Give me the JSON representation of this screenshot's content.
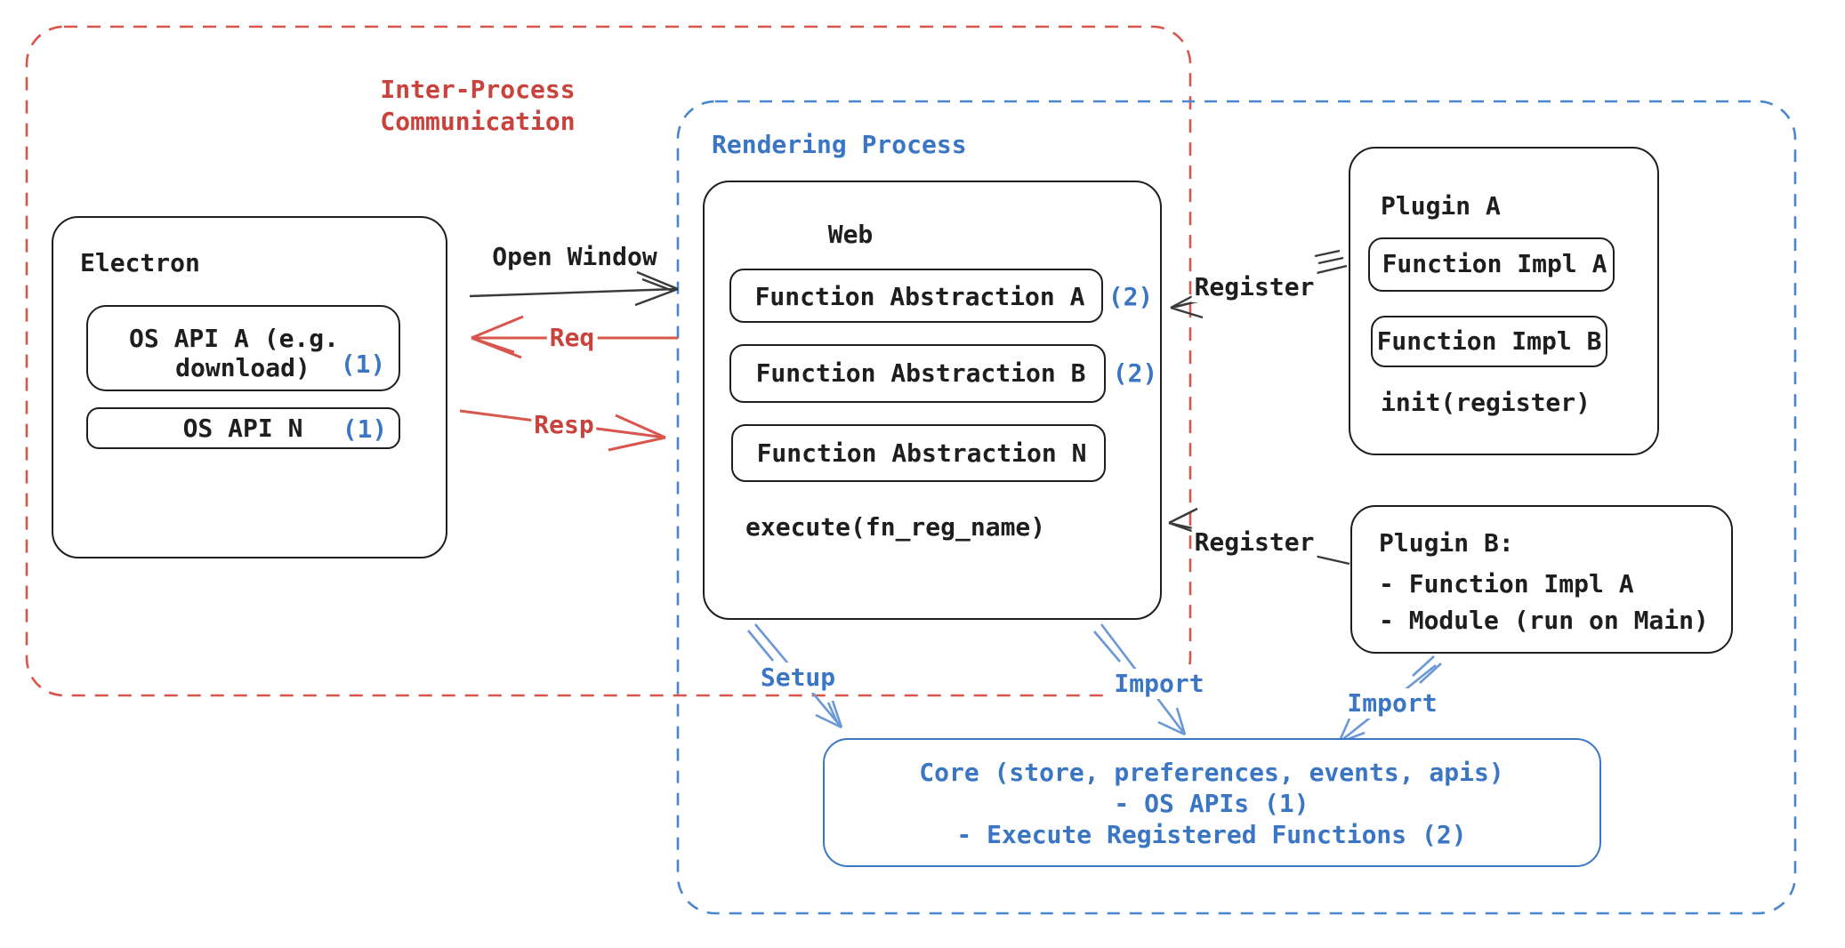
{
  "diagram": {
    "ipc_group": {
      "label_line1": "Inter-Process",
      "label_line2": "Communication"
    },
    "rendering_group": {
      "label": "Rendering Process"
    },
    "electron": {
      "title": "Electron",
      "os_api_a": {
        "line1": "OS API A (e.g.",
        "line2": "download)",
        "badge": "(1)"
      },
      "os_api_n": {
        "label": "OS API N",
        "badge": "(1)"
      }
    },
    "web": {
      "title": "Web",
      "fa_a": {
        "label": "Function Abstraction A",
        "badge": "(2)"
      },
      "fa_b": {
        "label": "Function Abstraction B",
        "badge": "(2)"
      },
      "fa_n": {
        "label": "Function Abstraction N"
      },
      "execute": "execute(fn_reg_name)"
    },
    "plugin_a": {
      "title": "Plugin A",
      "impl_a": "Function Impl A",
      "impl_b": "Function Impl B",
      "init": "init(register)"
    },
    "plugin_b": {
      "title": "Plugin B:",
      "item1": "- Function Impl A",
      "item2": "- Module (run on Main)"
    },
    "core": {
      "line1": "Core (store, preferences, events, apis)",
      "line2": "- OS APIs (1)",
      "line3": "- Execute Registered Functions (2)"
    },
    "arrows": {
      "open_window": "Open Window",
      "req": "Req",
      "resp": "Resp",
      "register1": "Register",
      "register2": "Register",
      "setup": "Setup",
      "import1": "Import",
      "import2": "Import"
    },
    "colors": {
      "red": "#c9423c",
      "red_arrow": "#d8564d",
      "blue": "#3a76c4",
      "blue_dash": "#4a86cf",
      "blue_arrow": "#5b8fd4",
      "black": "#1e1e1e"
    }
  }
}
